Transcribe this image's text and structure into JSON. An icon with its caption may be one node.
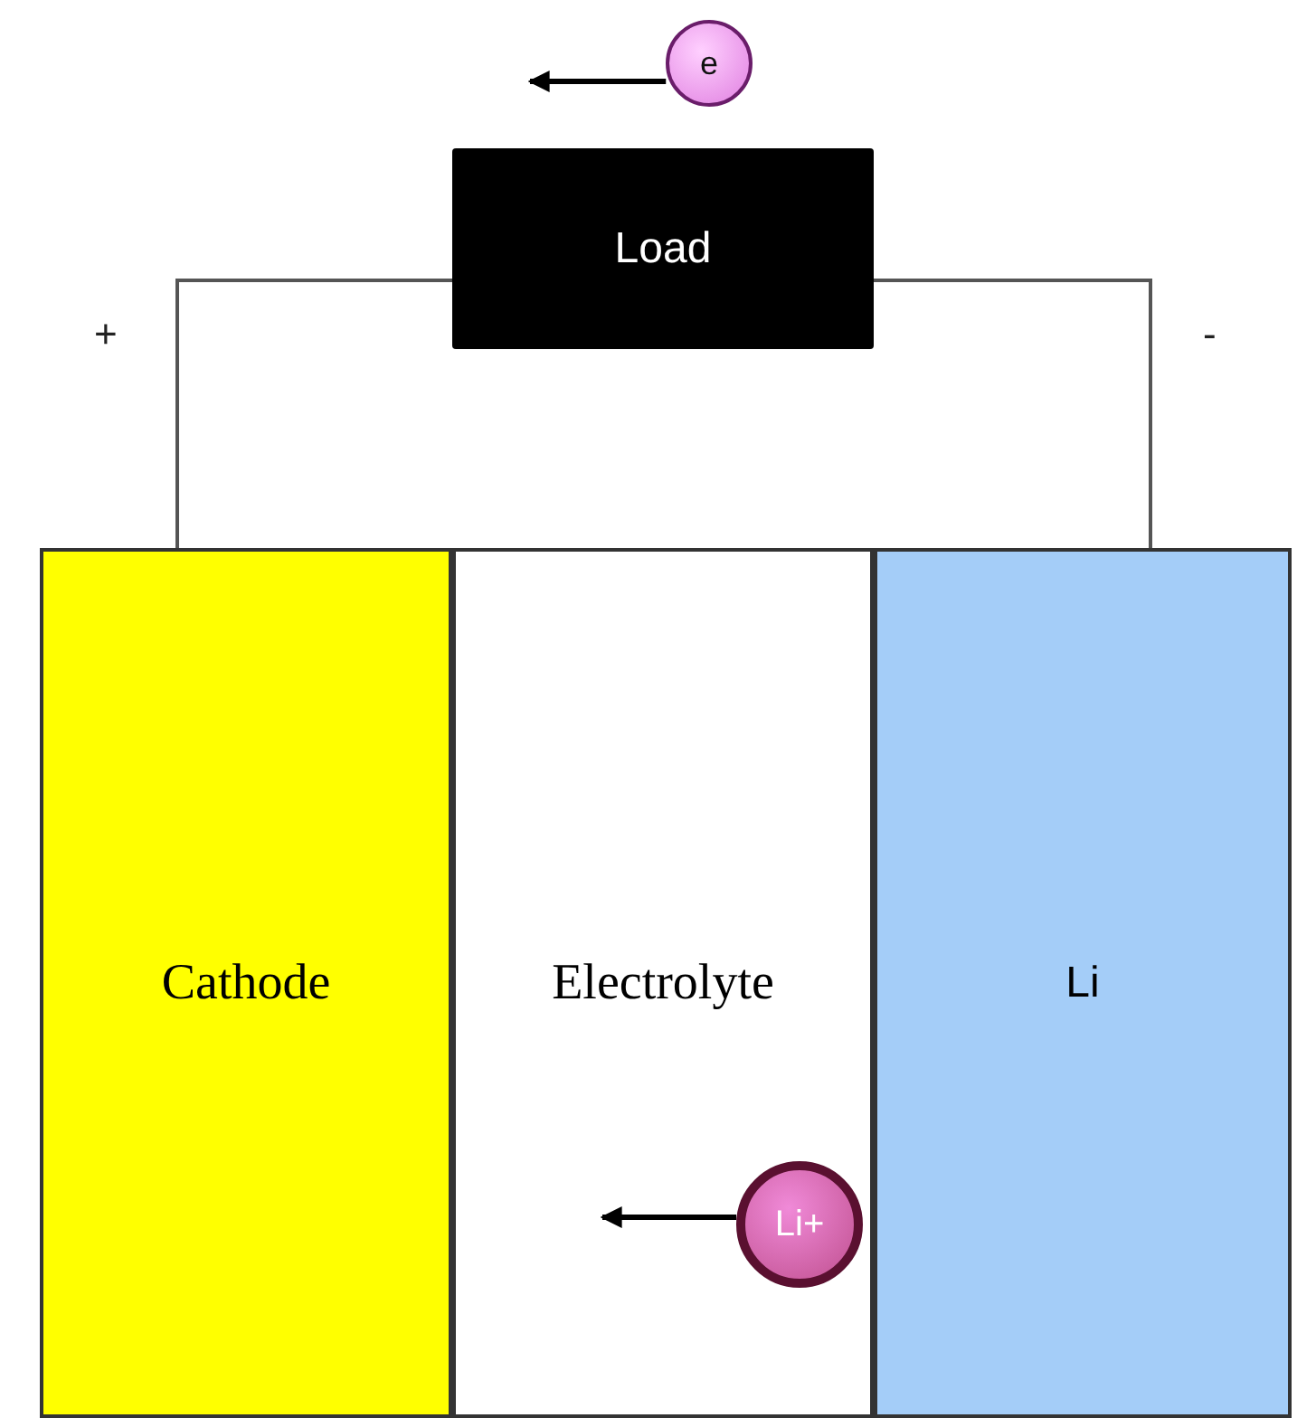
{
  "diagram": {
    "nodes": [
      {
        "text": [
          "e"
        ]
      },
      {
        "text": [
          "Load"
        ]
      },
      {
        "text": [
          "Cathode"
        ]
      },
      {
        "text": [
          "Electrolyte"
        ]
      },
      {
        "text": [
          "Li"
        ]
      },
      {
        "text": [
          "Li+"
        ],
        "in": 3
      }
    ],
    "edges": [
      {
        "from": 0,
        "to": null,
        "arrow": "to"
      },
      {
        "from": 1,
        "to": 2,
        "arrow": "none"
      },
      {
        "from": 1,
        "to": 4,
        "arrow": "none"
      },
      {
        "from": 5,
        "to": null,
        "arrow": "to"
      }
    ],
    "labels": [
      "+",
      "-"
    ]
  }
}
